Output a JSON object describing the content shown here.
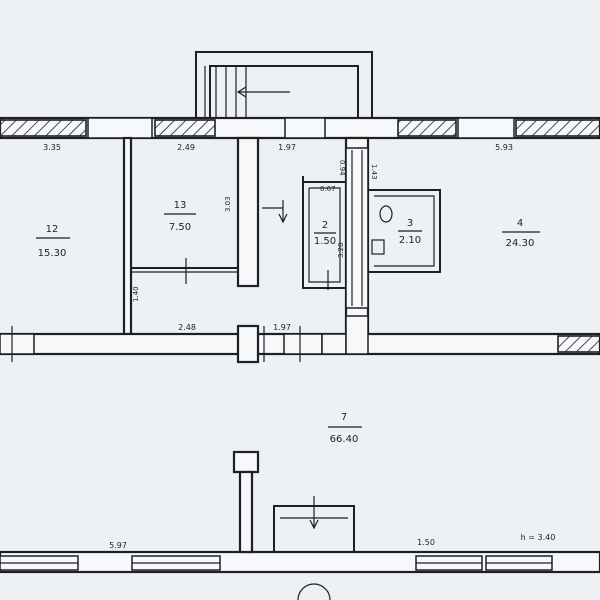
{
  "rooms": {
    "r12": {
      "number": "12",
      "area": "15.30"
    },
    "r13": {
      "number": "13",
      "area": "7.50"
    },
    "r2": {
      "number": "2",
      "area": "1.50"
    },
    "r3": {
      "number": "3",
      "area": "2.10"
    },
    "r4": {
      "number": "4",
      "area": "24.30"
    },
    "r7": {
      "number": "7",
      "area": "66.40"
    }
  },
  "dimensions": {
    "top_1": "3.35",
    "top_2": "2.49",
    "top_3": "1.97",
    "top_4": "5.93",
    "mid_1": "2.48",
    "mid_2": "1.97",
    "v_1": "0.94",
    "v_2": "1.43",
    "v_3": "0.67",
    "v_4": "3.03",
    "v_5": "1.40",
    "v_6": "3.20",
    "bottom_1": "5.97",
    "bottom_2": "1.50"
  },
  "ceiling_height": "h = 3.40",
  "colors": {
    "ink": "#1d1f24",
    "paper": "#eef1f4"
  }
}
